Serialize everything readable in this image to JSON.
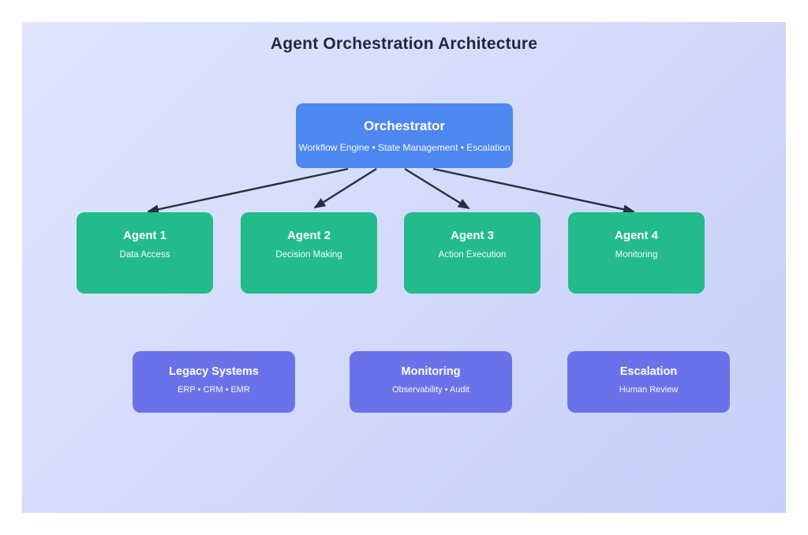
{
  "diagram": {
    "title": "Agent Orchestration Architecture",
    "orchestrator": {
      "title": "Orchestrator",
      "subtitle": "Workflow Engine • State Management • Escalation"
    },
    "agents": [
      {
        "title": "Agent 1",
        "subtitle": "Data Access"
      },
      {
        "title": "Agent 2",
        "subtitle": "Decision Making"
      },
      {
        "title": "Agent 3",
        "subtitle": "Action Execution"
      },
      {
        "title": "Agent 4",
        "subtitle": "Monitoring"
      }
    ],
    "systems": [
      {
        "title": "Legacy Systems",
        "subtitle": "ERP • CRM • EMR"
      },
      {
        "title": "Monitoring",
        "subtitle": "Observability • Audit"
      },
      {
        "title": "Escalation",
        "subtitle": "Human Review"
      }
    ],
    "colors": {
      "orchestrator_fill": "#4d87ef",
      "agent_fill": "#23bb8b",
      "system_fill": "#6b72e9",
      "arrow": "#27303f",
      "title_text": "#1e2940",
      "panel_gradient_start": "#e0e5fc",
      "panel_gradient_end": "#c6cff8",
      "node_text": "#ffffff"
    },
    "edges": [
      {
        "from": "orchestrator",
        "to": "agent-1"
      },
      {
        "from": "orchestrator",
        "to": "agent-2"
      },
      {
        "from": "orchestrator",
        "to": "agent-3"
      },
      {
        "from": "orchestrator",
        "to": "agent-4"
      }
    ]
  }
}
